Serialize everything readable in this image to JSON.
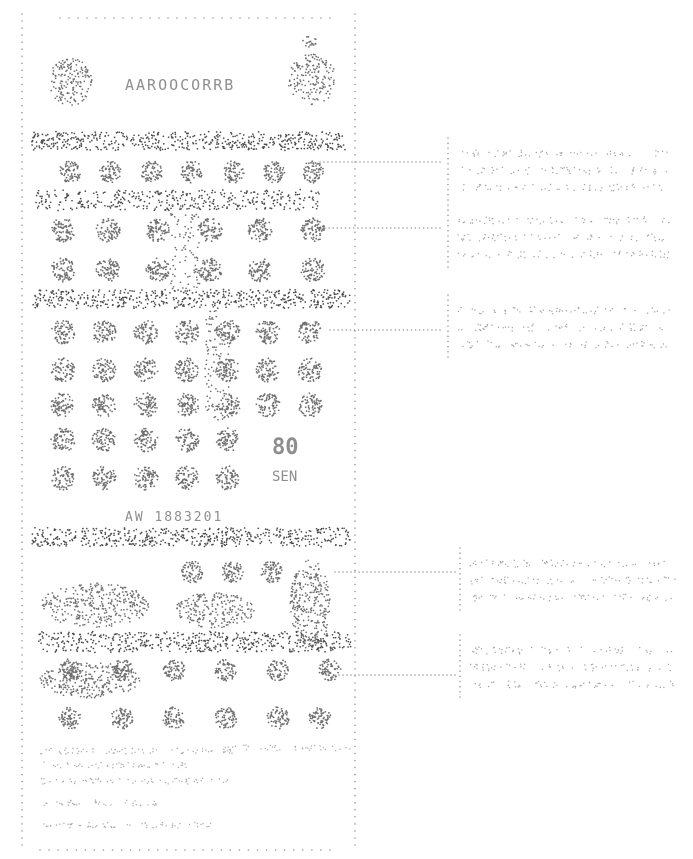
{
  "document": {
    "header_text": "AAROOCORRB",
    "serial_text": "AW 1883201",
    "bonus_number": "80",
    "bonus_unit": "SEN"
  },
  "callouts": [
    {
      "lines": [
        "",
        "",
        ""
      ]
    },
    {
      "lines": [
        "",
        "",
        ""
      ]
    },
    {
      "lines": [
        "",
        "",
        ""
      ]
    },
    {
      "lines": [
        "",
        "",
        ""
      ]
    },
    {
      "lines": [
        "",
        "",
        ""
      ]
    }
  ],
  "footer": {
    "lines": [
      "",
      "",
      "",
      ""
    ]
  },
  "colors": {
    "stipple": "#6f6f6f",
    "stipple_dark": "#4a4a4a",
    "paper": "#ffffff"
  }
}
